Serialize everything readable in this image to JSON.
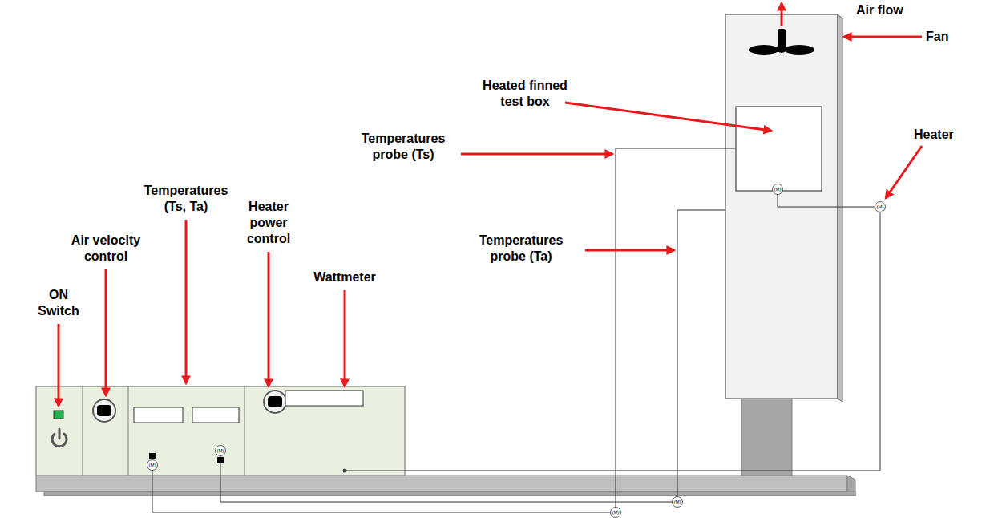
{
  "diagram": {
    "labels": [
      "Air flow",
      "Fan",
      "Heated finned test box",
      "Heater",
      "Temperatures probe (Ts)",
      "(M)",
      "(M)",
      "Temperatures (Ts, Ta)",
      "Heater power control",
      "Temperatures probe (Ta)",
      "Air velocity control",
      "Wattmeter",
      "ON Switch",
      "(M)",
      "(M)",
      "(M)",
      "(M)"
    ]
  }
}
